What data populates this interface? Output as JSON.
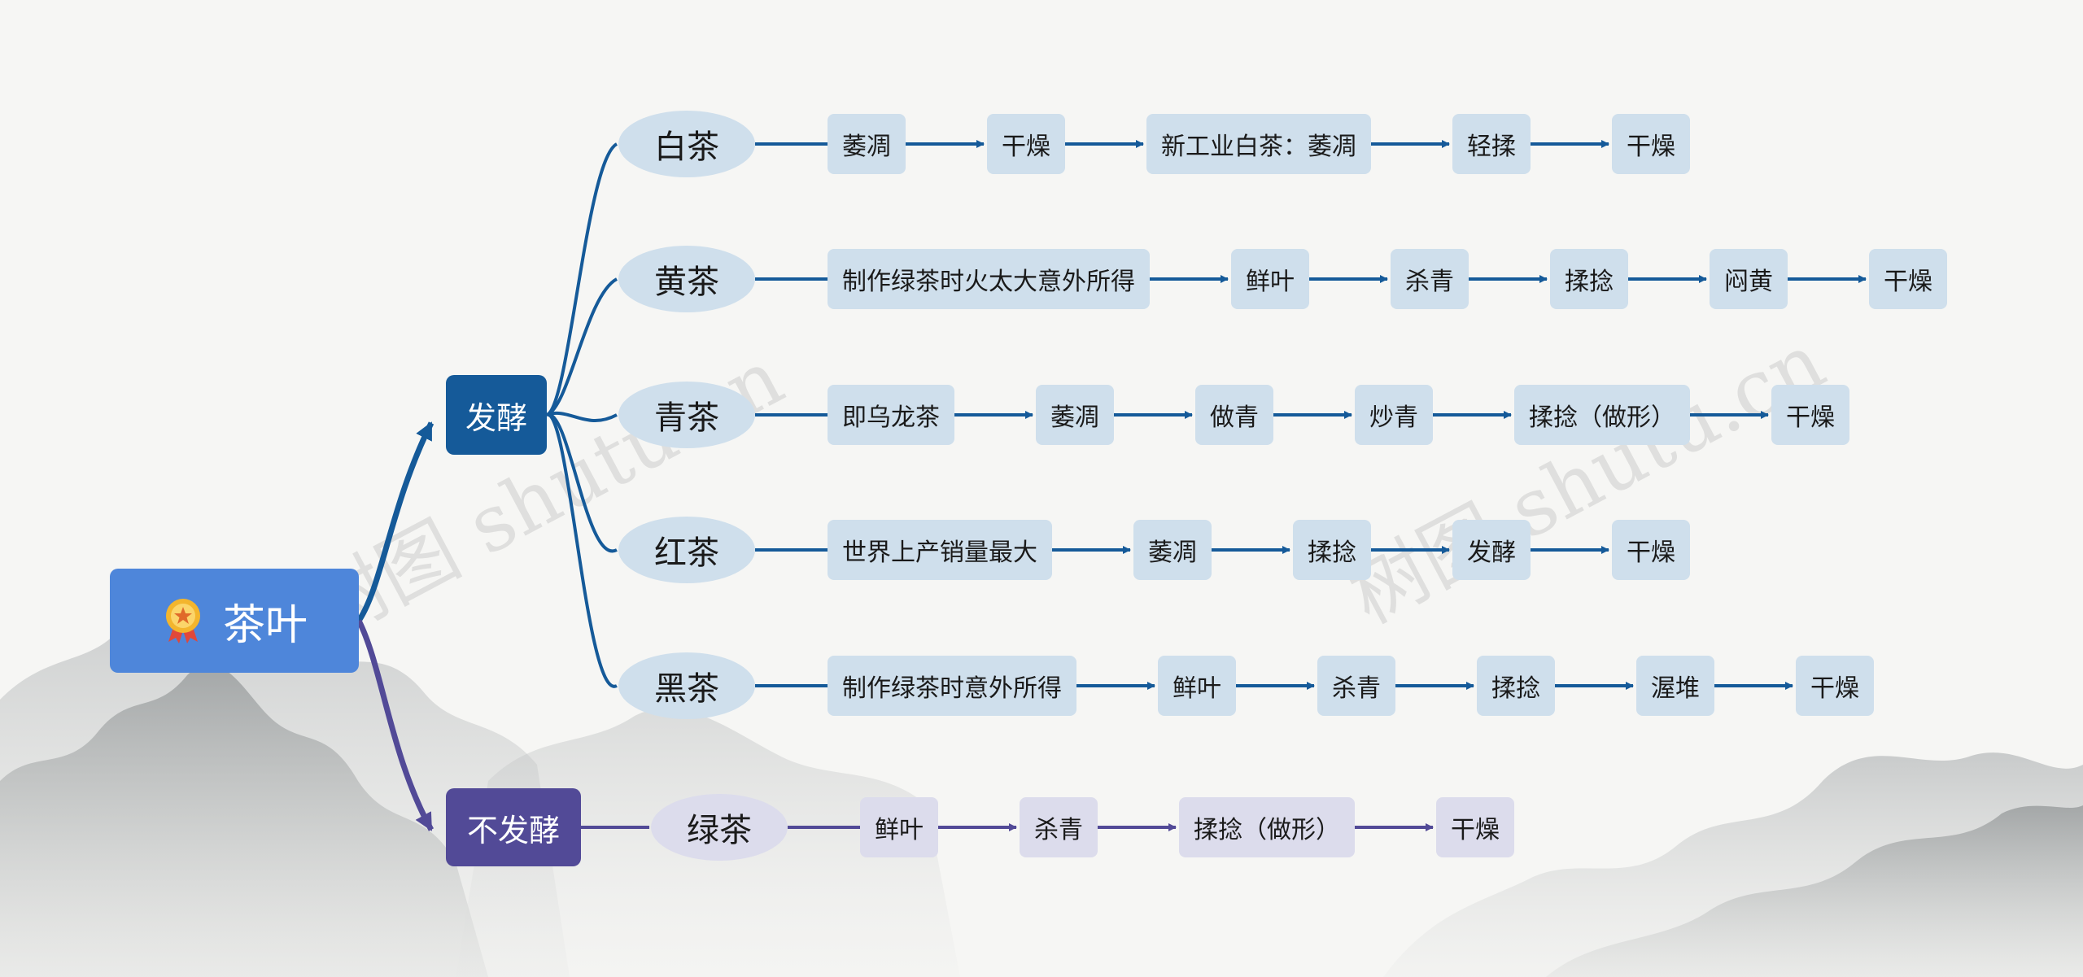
{
  "root": {
    "label": "茶叶",
    "icon": "medal-icon"
  },
  "branches": [
    {
      "id": "ferment",
      "label": "发酵",
      "color": "#155a99",
      "teas": [
        {
          "label": "白茶",
          "steps": [
            "萎凋",
            "干燥",
            "新工业白茶：萎凋",
            "轻揉",
            "干燥"
          ]
        },
        {
          "label": "黄茶",
          "steps": [
            "制作绿茶时火太大意外所得",
            "鲜叶",
            "杀青",
            "揉捻",
            "闷黄",
            "干燥"
          ]
        },
        {
          "label": "青茶",
          "steps": [
            "即乌龙茶",
            "萎凋",
            "做青",
            "炒青",
            "揉捻（做形）",
            "干燥"
          ]
        },
        {
          "label": "红茶",
          "steps": [
            "世界上产销量最大",
            "萎凋",
            "揉捻",
            "发酵",
            "干燥"
          ]
        },
        {
          "label": "黑茶",
          "steps": [
            "制作绿茶时意外所得",
            "鲜叶",
            "杀青",
            "揉捻",
            "渥堆",
            "干燥"
          ]
        }
      ]
    },
    {
      "id": "nonferment",
      "label": "不发酵",
      "color": "#524a97",
      "teas": [
        {
          "label": "绿茶",
          "steps": [
            "鲜叶",
            "杀青",
            "揉捻（做形）",
            "干燥"
          ]
        }
      ]
    }
  ],
  "watermark": "树图 shutu.cn"
}
